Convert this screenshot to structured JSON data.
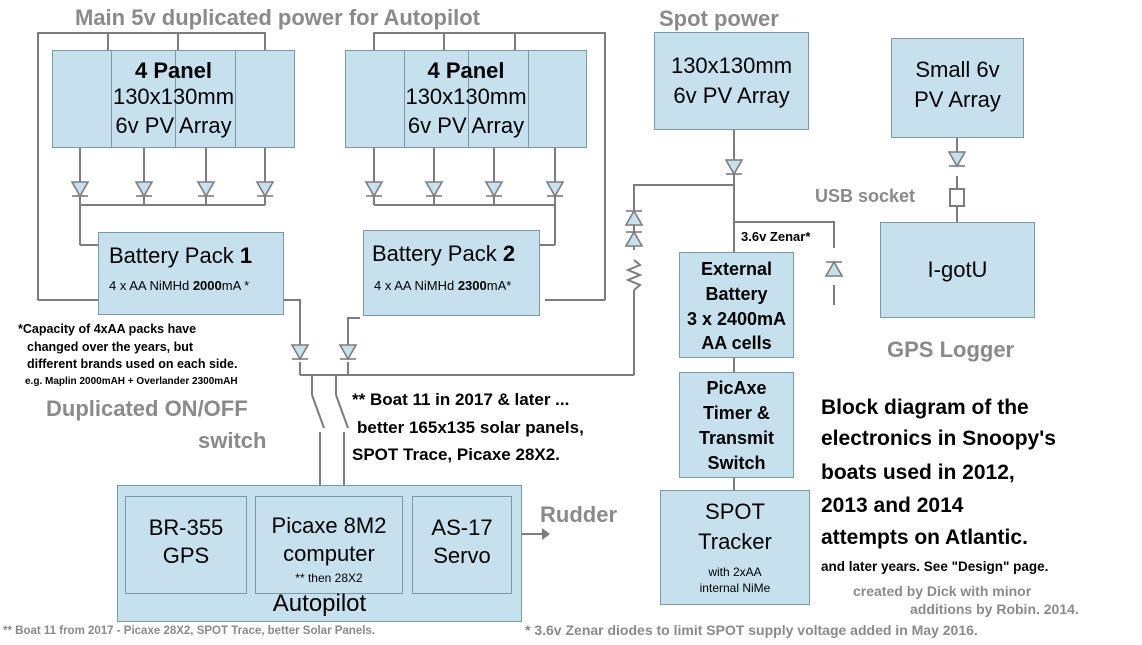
{
  "headings": {
    "main_power": "Main 5v duplicated power for Autopilot",
    "spot_power": "Spot power"
  },
  "panel1": {
    "l1": "4 Panel",
    "l2": "130x130mm",
    "l3": "6v  PV Array"
  },
  "panel2": {
    "l1": "4 Panel",
    "l2": "130x130mm",
    "l3": "6v  PV Array"
  },
  "spot_pv": {
    "l1": "130x130mm",
    "l2": "6v  PV Array"
  },
  "small_pv": {
    "l1": "Small 6v",
    "l2": "PV Array"
  },
  "battery1": {
    "title": "Battery Pack ",
    "num": "1",
    "desc_a": "4 x AA NiMHd ",
    "desc_b": "2000",
    "desc_c": "mA *"
  },
  "battery2": {
    "title": "Battery Pack ",
    "num": "2",
    "desc_a": "4 x AA NiMHd ",
    "desc_b": "2300",
    "desc_c": "mA*"
  },
  "usb_socket": "USB socket",
  "zenar_label": "3.6v Zenar*",
  "external_battery": {
    "l1": "External",
    "l2": "Battery",
    "l3": "3 x 2400mA",
    "l4": "AA cells"
  },
  "igotu": "I-gotU",
  "gps_logger": "GPS Logger",
  "capacity_note": {
    "l1": "*Capacity of 4xAA packs have",
    "l2": "changed over the years, but",
    "l3": "different brands used on each side.",
    "l4": "e.g. Maplin 2000mAH + Overlander 2300mAH"
  },
  "switch_label": {
    "l1": "Duplicated ON/OFF",
    "l2": "switch"
  },
  "boat11_note": {
    "l1": "** Boat 11 in 2017 & later ...",
    "l2": "better 165x135 solar panels,",
    "l3": "SPOT Trace, Picaxe 28X2."
  },
  "picaxe_timer": {
    "l1": "PicAxe",
    "l2": "Timer &",
    "l3": "Transmit",
    "l4": "Switch"
  },
  "spot_tracker": {
    "l1": "SPOT",
    "l2": "Tracker",
    "l3": "with 2xAA",
    "l4": "internal NiMe"
  },
  "autopilot": {
    "label": "Autopilot",
    "gps": {
      "l1": "BR-355",
      "l2": "GPS"
    },
    "computer": {
      "l1": "Picaxe 8M2",
      "l2": "computer",
      "l3": "** then 28X2"
    },
    "servo": {
      "l1": "AS-17",
      "l2": "Servo"
    }
  },
  "rudder": "Rudder",
  "block_title": {
    "l1": "Block diagram of the",
    "l2": "electronics in Snoopy's",
    "l3": "boats used in 2012,",
    "l4": "2013 and 2014",
    "l5": "attempts on Atlantic.",
    "l6": "and later years. See \"Design\" page."
  },
  "credit": {
    "l1": "created by Dick with minor",
    "l2": "additions by Robin. 2014."
  },
  "footer_left": "** Boat 11 from  2017 - Picaxe 28X2, SPOT Trace, better Solar Panels.",
  "footer_right": "* 3.6v Zenar diodes to limit SPOT supply voltage added in May 2016.",
  "colors": {
    "box_fill": "#c6e0ed",
    "box_border": "#7a9aa8",
    "wire": "#7d7d7d",
    "heading_grey": "#8a8a8a",
    "diode_fill": "#c6e0ed"
  }
}
